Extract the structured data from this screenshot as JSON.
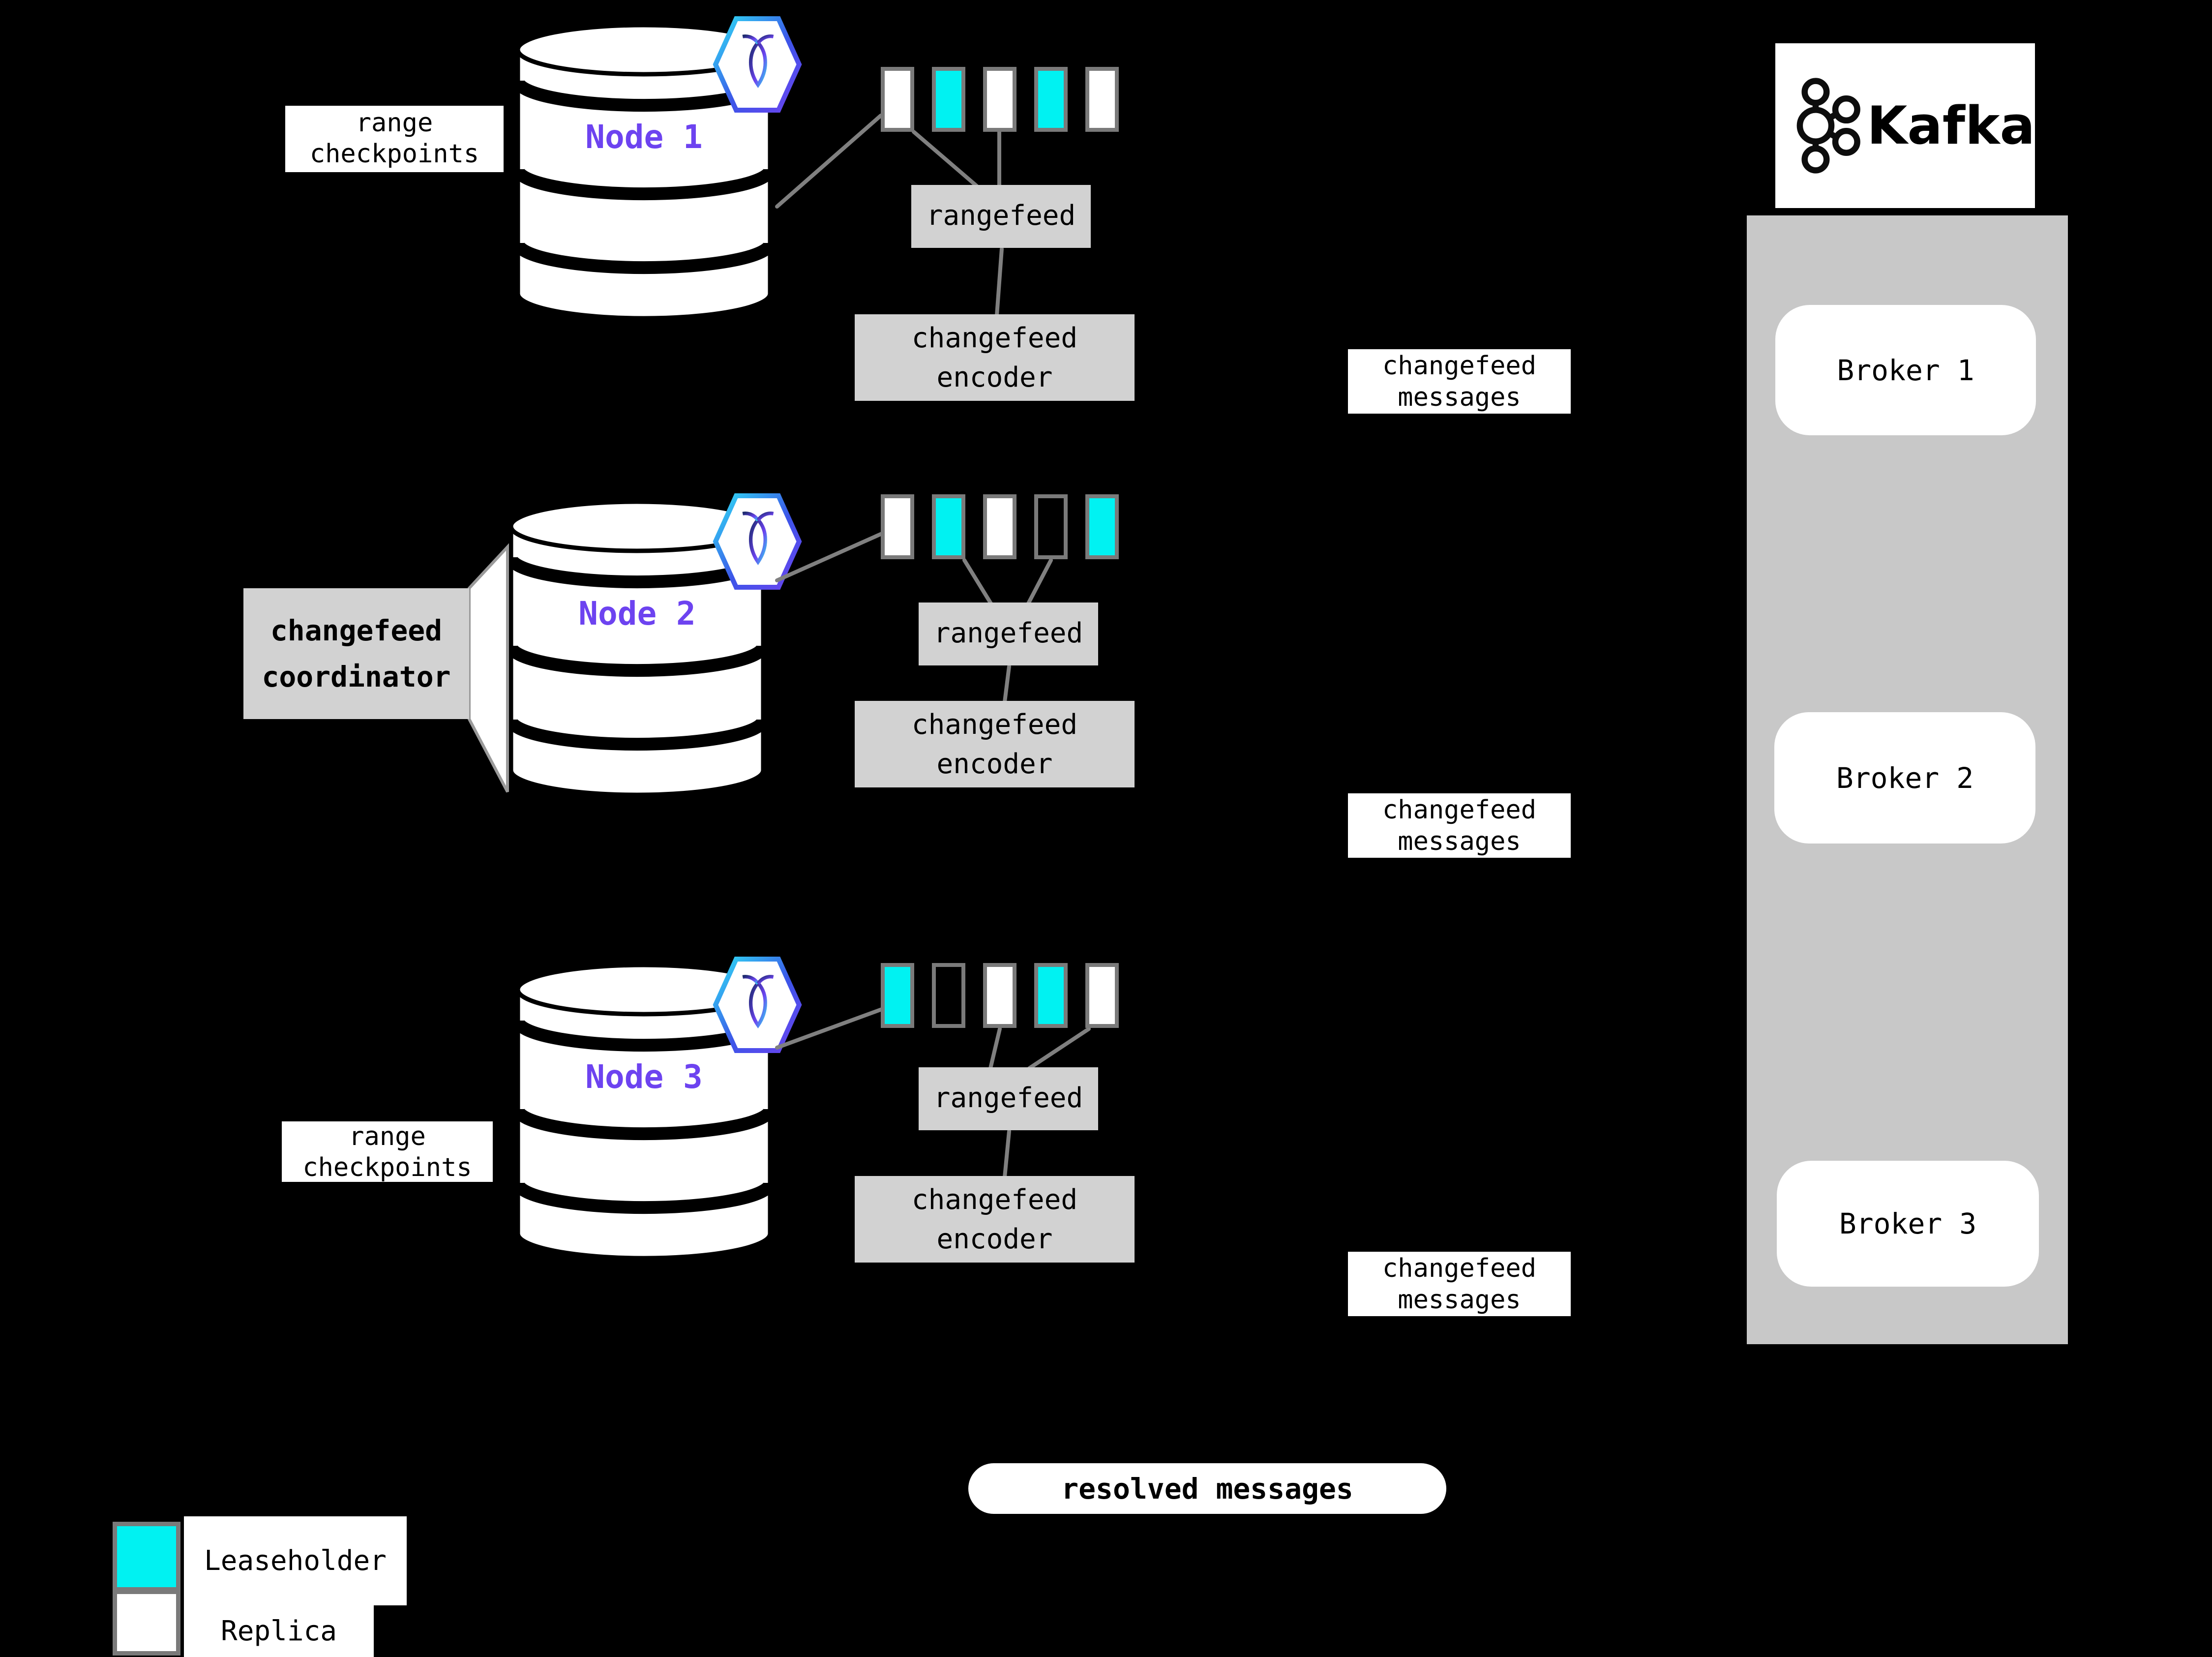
{
  "colors": {
    "leaseholder": "#00f2f2",
    "replica": "#ffffff",
    "empty": "transparent",
    "node_text_purple": "#6d43f0",
    "box_gray": "#d2d2d2",
    "container_gray": "#c8c8c8",
    "line_gray": "#808080",
    "background": "#000000"
  },
  "nodes": [
    {
      "label": "Node 1",
      "checkpoints": "range checkpoints",
      "rangefeed": "rangefeed",
      "encoder": "changefeed encoder",
      "squares": [
        "replica",
        "leaseholder",
        "replica",
        "leaseholder",
        "replica"
      ]
    },
    {
      "label": "Node 2",
      "coordinator": "changefeed coordinator",
      "rangefeed": "rangefeed",
      "encoder": "changefeed encoder",
      "squares": [
        "replica",
        "leaseholder",
        "replica",
        "empty",
        "leaseholder"
      ]
    },
    {
      "label": "Node 3",
      "checkpoints": "range checkpoints",
      "rangefeed": "rangefeed",
      "encoder": "changefeed encoder",
      "squares": [
        "leaseholder",
        "empty",
        "replica",
        "leaseholder",
        "replica"
      ]
    }
  ],
  "flow": {
    "messages": [
      "changefeed messages",
      "changefeed messages",
      "changefeed messages"
    ],
    "resolved": "resolved messages"
  },
  "kafka": {
    "wordmark": "Kafka",
    "brokers": [
      {
        "label": "Broker 1"
      },
      {
        "label": "Broker 2"
      },
      {
        "label": "Broker 3"
      }
    ]
  },
  "legend": {
    "items": [
      {
        "label": "Leaseholder",
        "type": "leaseholder"
      },
      {
        "label": "Replica",
        "type": "replica"
      }
    ]
  }
}
